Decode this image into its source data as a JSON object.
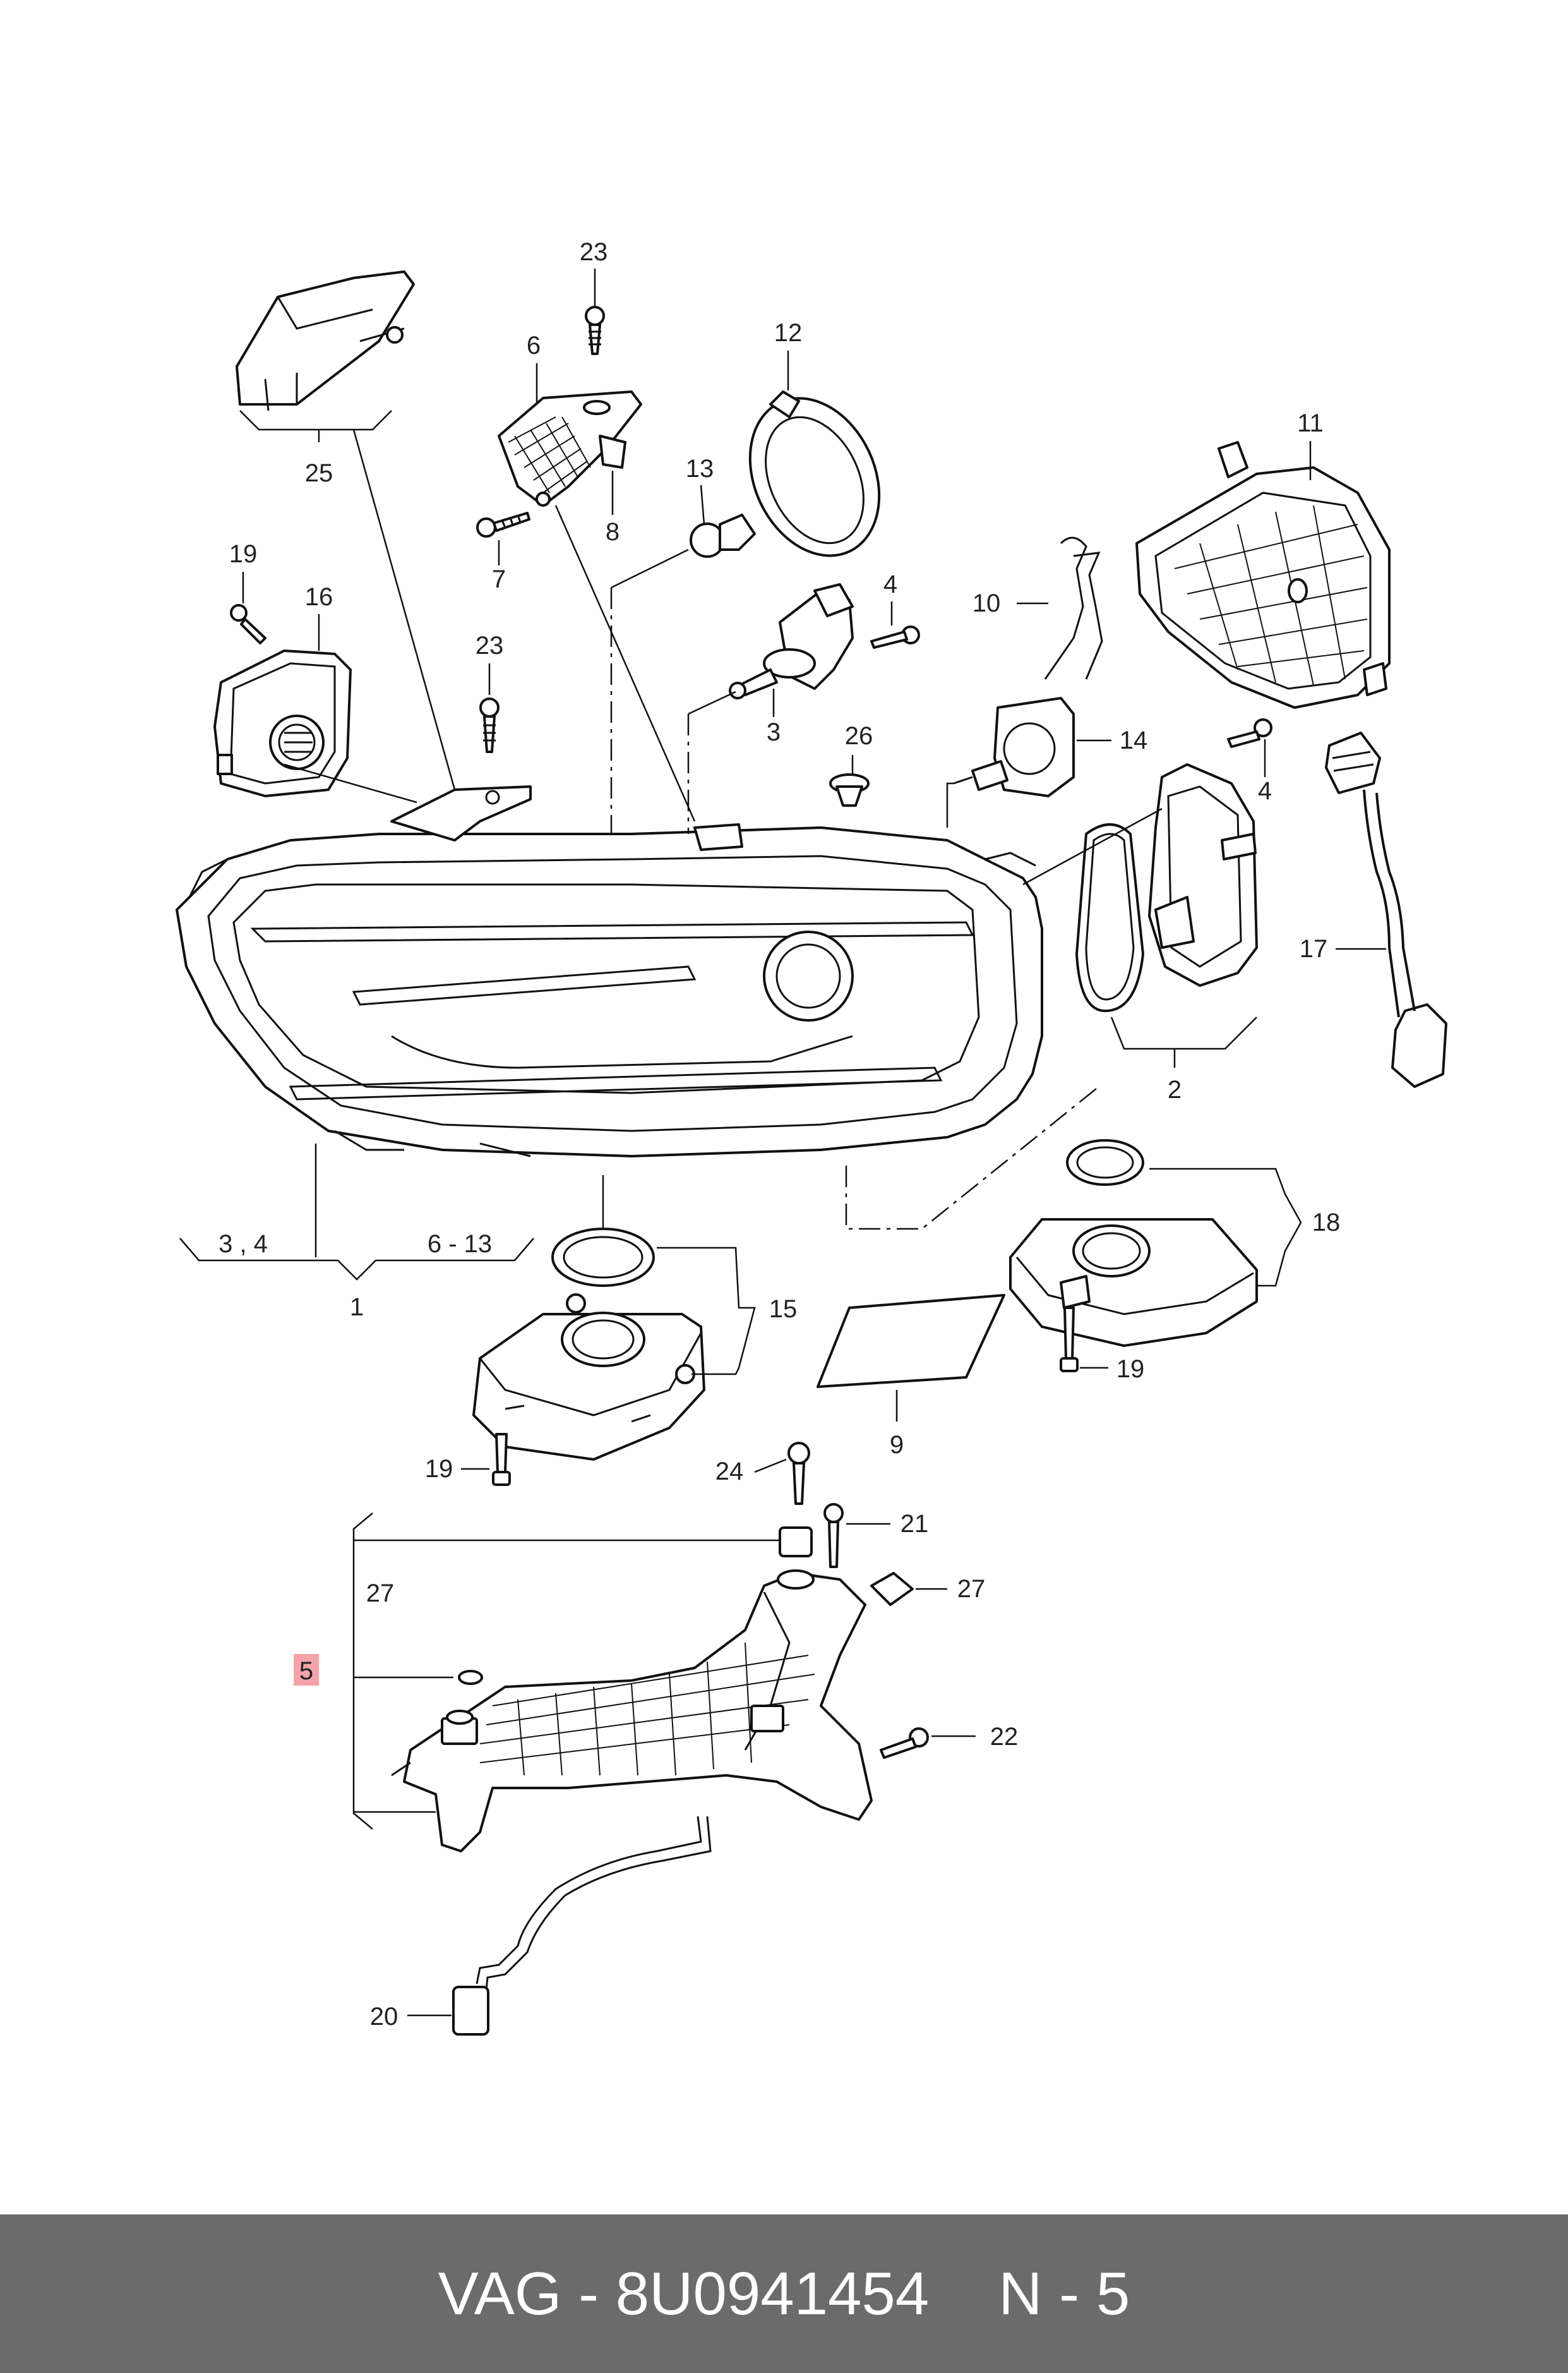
{
  "callouts": {
    "c23a": "23",
    "c6": "6",
    "c12": "12",
    "c25": "25",
    "c13": "13",
    "c8": "8",
    "c7": "7",
    "c11": "11",
    "c19a": "19",
    "c16": "16",
    "c4a": "4",
    "c10": "10",
    "c23b": "23",
    "c3": "3",
    "c26": "26",
    "c14": "14",
    "c4b": "4",
    "c17": "17",
    "c2": "2",
    "c18": "18",
    "c34": "3 , 4",
    "c613": "6 - 13",
    "c1": "1",
    "c15": "15",
    "c19b": "19",
    "c9": "9",
    "c19c": "19",
    "c24": "24",
    "c21": "21",
    "c27a": "27",
    "c27b": "27",
    "c5": "5",
    "c22": "22",
    "c20": "20"
  },
  "highlight_color": "#f4a3a8",
  "footer": {
    "brand": "VAG - 8U0941454",
    "page": "N - 5"
  }
}
